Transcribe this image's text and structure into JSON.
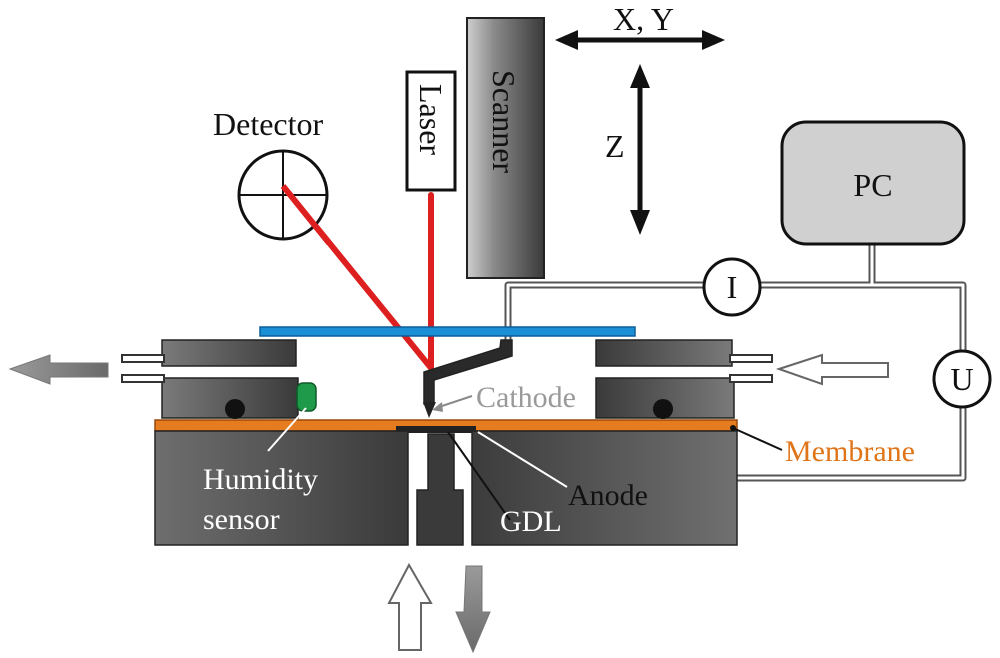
{
  "labels": {
    "xy": "X, Y",
    "z": "Z",
    "scanner": "Scanner",
    "laser": "Laser",
    "detector": "Detector",
    "pc": "PC",
    "current": "I",
    "voltage": "U",
    "cathode": "Cathode",
    "membrane": "Membrane",
    "anode": "Anode",
    "gdl": "GDL",
    "humidity_line1": "Humidity",
    "humidity_line2": "sensor"
  },
  "colors": {
    "laser_beam": "#dd1f1f",
    "sample_plate": "#1a8fd6",
    "membrane": "#e57c1f",
    "membrane_text": "#e07418",
    "humidity_sensor": "#1f9a4a",
    "cathode_text": "#9a9a9a",
    "cell_body": "#5f5f5f",
    "pc_box": "#d0d0d0"
  },
  "icons": {
    "detector": "crosshair-circle-icon",
    "flow_out_left": "left-arrow-icon",
    "flow_in_right": "left-arrow-outline-icon",
    "flow_in_bottom": "up-arrow-outline-icon",
    "flow_out_bottom": "down-arrow-icon"
  }
}
